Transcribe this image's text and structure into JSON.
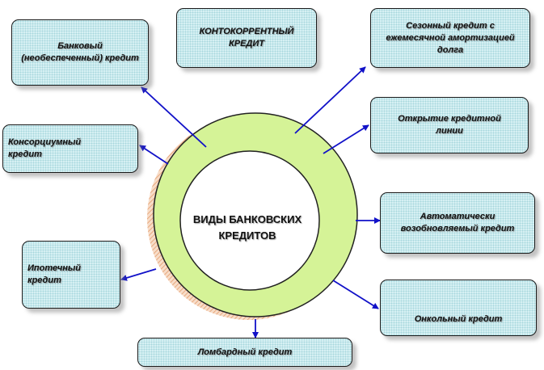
{
  "center": {
    "title": "ВИДЫ БАНКОВСКИХ КРЕДИТОВ"
  },
  "nodes": {
    "bank_credit": "Банковый (необеспеченный) кредит",
    "current_account_credit": "КОНТОКОРРЕНТНЫЙ КРЕДИТ",
    "seasonal_credit": "Сезонный кредит с ежемесячной амортизацией долга",
    "consortium_credit": "Консорциумный кредит",
    "credit_line": "Открытие кредитной линии",
    "automatic_renewable": "Автоматически возобновляемый кредит",
    "mortgage_credit": "Ипотечный кредит",
    "call_credit": "Онкольный кредит",
    "lombard_credit": "Ломбардный кредит"
  },
  "colors": {
    "ring_fill": "#d5f397",
    "ring_stroke": "#222222",
    "ring_shadow": "#e9a87a",
    "box_fill": "#d8f1f4",
    "arrow": "#1111c8"
  }
}
